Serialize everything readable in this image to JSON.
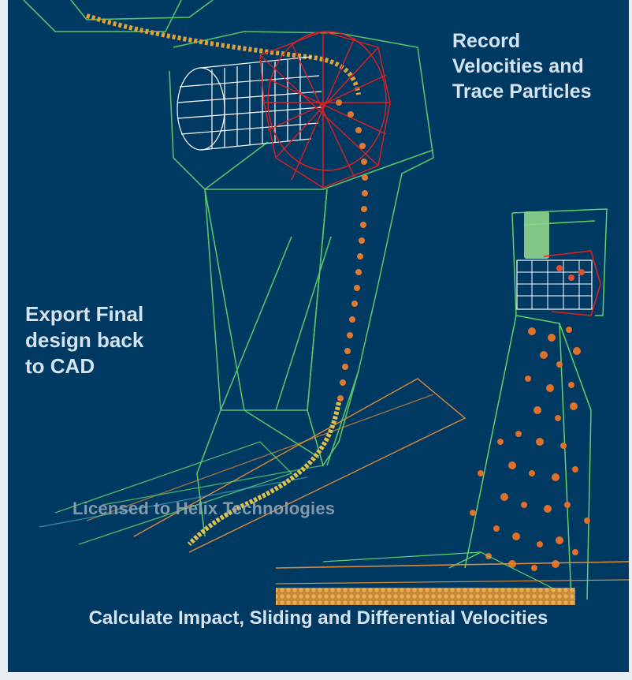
{
  "captions": {
    "record_line1": "Record",
    "record_line2": "Velocities and",
    "record_line3": "Trace Particles",
    "export_line1": "Export Final",
    "export_line2": "design back",
    "export_line3": "to CAD",
    "bottom": "Calculate Impact, Sliding and Differential Velocities"
  },
  "watermark": "Licensed to  Helix Technologies",
  "colors": {
    "background": "#003a63",
    "frame": "#e9eef3",
    "caption": "#d4e3f0",
    "wireframe_green": "#5fd36a",
    "drum_white": "#ffffff",
    "drum_red": "#e02020",
    "particle_orange": "#e07a30",
    "belt_orange": "#d98a3a"
  }
}
